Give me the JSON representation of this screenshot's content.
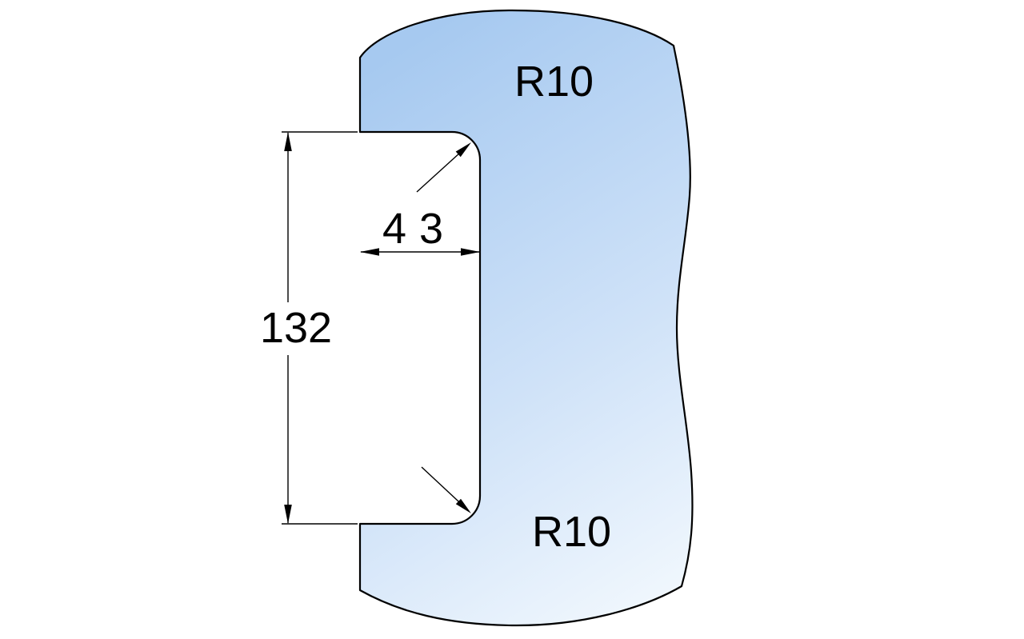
{
  "drawing": {
    "type": "technical-drawing",
    "subject": "glass-panel-edge-with-rounded-notch-cutout",
    "labels": {
      "notch_width": "43",
      "notch_height": "132",
      "radius_top": "R10",
      "radius_bottom": "R10"
    },
    "colors": {
      "background": "#ffffff",
      "outline": "#000000",
      "dimension": "#000000",
      "glass_gradient_start": "#a6c9f0",
      "glass_gradient_mid": "#cfe2f8",
      "glass_gradient_end": "#f5fafe"
    }
  }
}
